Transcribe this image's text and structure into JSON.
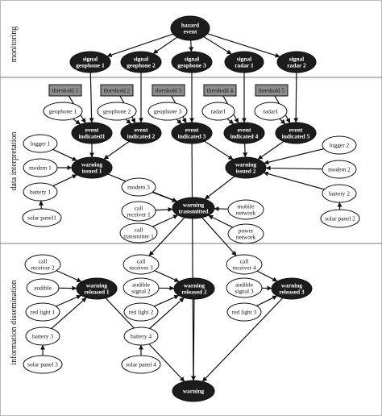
{
  "lanes": {
    "monitoring": "monitoring",
    "interpretation": "data interpretation",
    "dissemination": "information dissemination"
  },
  "nodes": {
    "hazard": [
      "hazard",
      "event"
    ],
    "sg1": [
      "signal",
      "geophone 1"
    ],
    "sg2": [
      "signal",
      "geophone 2"
    ],
    "sg3": [
      "signal",
      "geophone 3"
    ],
    "sr1": [
      "signal",
      "radar 1"
    ],
    "sr2": [
      "signal",
      "radar 2"
    ],
    "th1": [
      "threshold 1"
    ],
    "th2": [
      "threshold 2"
    ],
    "th3": [
      "threshold 3"
    ],
    "th4": [
      "threshold 4"
    ],
    "th5": [
      "threshold 5"
    ],
    "g1": [
      "geophone 1"
    ],
    "g2": [
      "geophone 2"
    ],
    "g3": [
      "geophone 3"
    ],
    "r1": [
      "radar1"
    ],
    "r2": [
      "radar1"
    ],
    "e1": [
      "event",
      "indicated1"
    ],
    "e2": [
      "event",
      "indicated 2"
    ],
    "e3": [
      "event",
      "indicated 3"
    ],
    "e4": [
      "event",
      "indicated 4"
    ],
    "e5": [
      "event",
      "indicated 5"
    ],
    "log1": [
      "logger 1"
    ],
    "mod1": [
      "modem 1"
    ],
    "bat1": [
      "battery 1"
    ],
    "sol1": [
      "solar panel1"
    ],
    "wi1": [
      "warning",
      "issued 1"
    ],
    "wi2": [
      "warning",
      "issued 2"
    ],
    "log2": [
      "logger 2"
    ],
    "mod2": [
      "modem 2"
    ],
    "bat2": [
      "battery 2"
    ],
    "sol2": [
      "solar panel 2"
    ],
    "mod3": [
      "modem 3"
    ],
    "cr1": [
      "call",
      "receiver 1"
    ],
    "ct1": [
      "call",
      "transmitter 1"
    ],
    "wt": [
      "warning",
      "transmitted"
    ],
    "mob": [
      "mobile",
      "network"
    ],
    "pow": [
      "power",
      "network"
    ],
    "cr2": [
      "call",
      "receiver 2"
    ],
    "aud": [
      "audible"
    ],
    "rl1": [
      "red light 1"
    ],
    "bat3": [
      "battery 3"
    ],
    "sol3": [
      "solar panel 3"
    ],
    "wr1": [
      "warning",
      "released 1"
    ],
    "cr3": [
      "call",
      "receiver 3"
    ],
    "as2": [
      "audible",
      "signal 2"
    ],
    "rl2": [
      "red light 2"
    ],
    "bat4": [
      "battery 4"
    ],
    "sol4": [
      "solar panel 4"
    ],
    "wr2": [
      "warning",
      "released 2"
    ],
    "cr4": [
      "call",
      "receiver 4"
    ],
    "as3": [
      "audible",
      "signal 3"
    ],
    "rl3": [
      "red light 3"
    ],
    "wr3": [
      "warning",
      "released 3"
    ],
    "warn": [
      "warning"
    ]
  },
  "colors": {
    "dark_fill": "#1c1c1c",
    "box_fill": "#8c8c8c",
    "light_fill": "#ffffff",
    "stroke": "#111111",
    "separator": "#777777"
  }
}
